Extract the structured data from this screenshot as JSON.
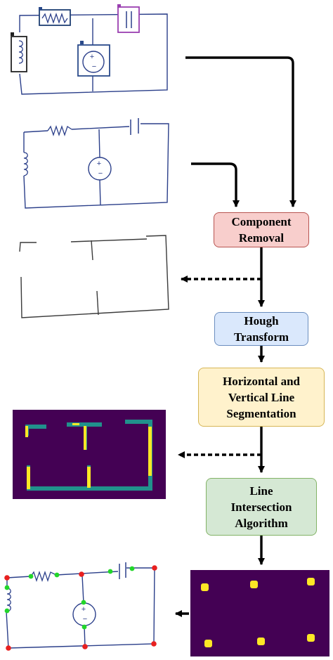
{
  "steps": {
    "component_removal": "Component\nRemoval",
    "hough_transform": "Hough\nTransform",
    "segmentation": "Horizontal and\nVertical Line\nSegmentation",
    "intersection": "Line\nIntersection\nAlgorithm"
  },
  "components": {
    "voltage_source_plus": "+",
    "voltage_source_minus": "−"
  },
  "colors": {
    "removal_fill": "#f8cecc",
    "removal_border": "#b85450",
    "hough_fill": "#dae8fc",
    "hough_border": "#6c8ebf",
    "segmentation_fill": "#fff2cc",
    "segmentation_border": "#d6b656",
    "intersection_fill": "#d5e8d4",
    "intersection_border": "#82b366",
    "wire": "#2b3f8a",
    "viridis_background": "#440154",
    "viridis_line": "#21918c",
    "viridis_highlight": "#fde725",
    "node_corner": "#e8201f",
    "node_junction": "#22d62a"
  }
}
